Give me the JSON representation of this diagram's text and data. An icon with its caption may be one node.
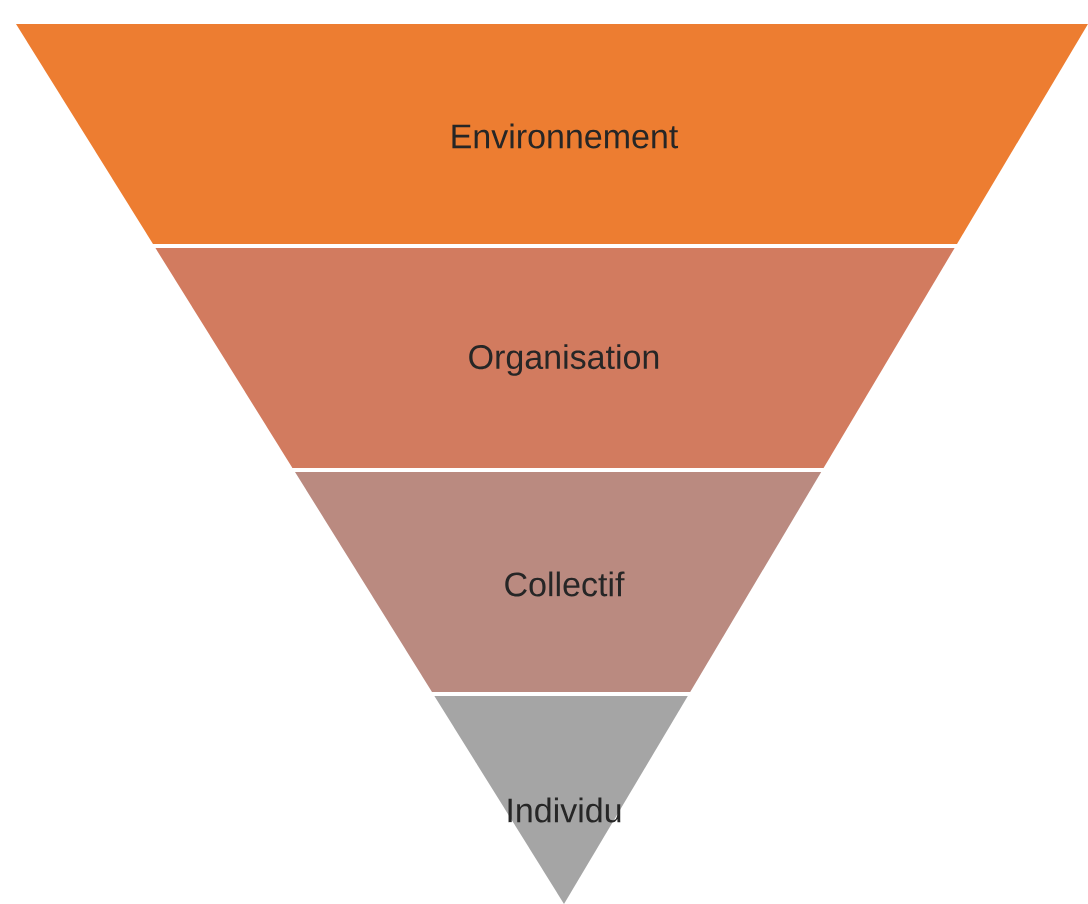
{
  "diagram": {
    "nodes": [
      {
        "text": [
          "Environnement"
        ]
      },
      {
        "text": [
          "Organisation"
        ]
      },
      {
        "text": [
          "Collectif"
        ]
      },
      {
        "text": [
          "Individu"
        ]
      }
    ]
  }
}
